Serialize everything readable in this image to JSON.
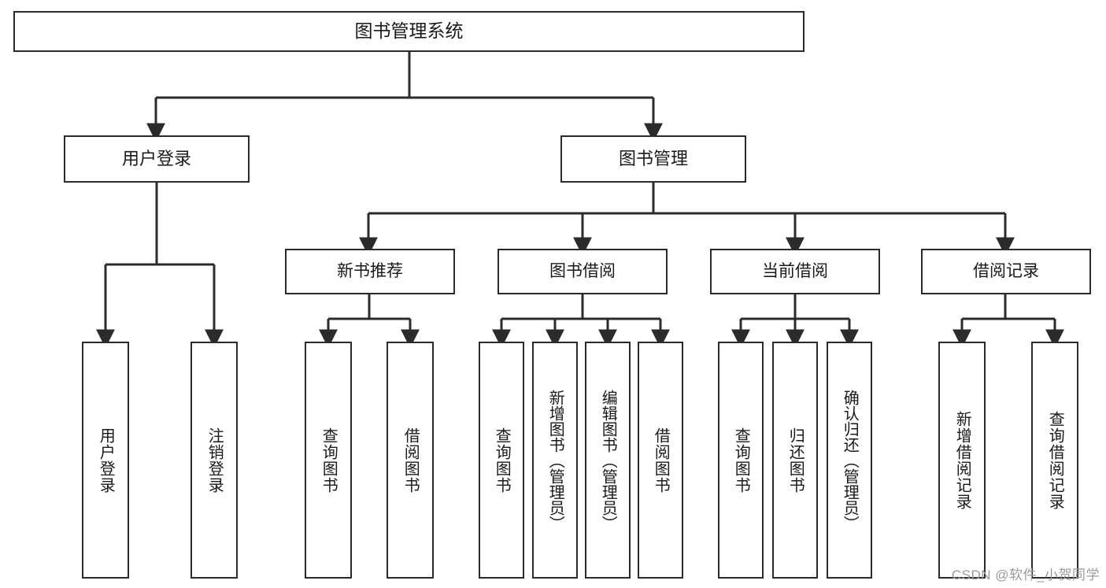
{
  "diagram": {
    "title": "图书管理系统",
    "watermark": "CSDN @软件_小贺同学",
    "colors": {
      "stroke": "#2b2b2b",
      "fill": "#ffffff",
      "text": "#1a1a1a",
      "watermark": "#9a9a9a"
    },
    "nodes": {
      "root": {
        "label": "图书管理系统"
      },
      "level2": [
        {
          "id": "user-login",
          "label": "用户登录"
        },
        {
          "id": "book-manage",
          "label": "图书管理"
        }
      ],
      "level3": [
        {
          "id": "new-book-recommend",
          "label": "新书推荐"
        },
        {
          "id": "book-borrow",
          "label": "图书借阅"
        },
        {
          "id": "current-borrow",
          "label": "当前借阅"
        },
        {
          "id": "borrow-record",
          "label": "借阅记录"
        }
      ],
      "leaves": [
        {
          "id": "leaf-user-login",
          "label": "用户登录",
          "parent": "user-login"
        },
        {
          "id": "leaf-user-logout",
          "label": "注销登录",
          "parent": "user-login"
        },
        {
          "id": "leaf-query-book-1",
          "label": "查询图书",
          "parent": "new-book-recommend"
        },
        {
          "id": "leaf-borrow-book-1",
          "label": "借阅图书",
          "parent": "new-book-recommend"
        },
        {
          "id": "leaf-query-book-2",
          "label": "查询图书",
          "parent": "book-borrow"
        },
        {
          "id": "leaf-add-book",
          "label": "新增图书（管理员）",
          "parent": "book-borrow"
        },
        {
          "id": "leaf-edit-book",
          "label": "编辑图书（管理员）",
          "parent": "book-borrow"
        },
        {
          "id": "leaf-borrow-book-2",
          "label": "借阅图书",
          "parent": "book-borrow"
        },
        {
          "id": "leaf-query-book-3",
          "label": "查询图书",
          "parent": "current-borrow"
        },
        {
          "id": "leaf-return-book",
          "label": "归还图书",
          "parent": "current-borrow"
        },
        {
          "id": "leaf-confirm-return",
          "label": "确认归还（管理员）",
          "parent": "current-borrow"
        },
        {
          "id": "leaf-add-record",
          "label": "新增借阅记录",
          "parent": "borrow-record"
        },
        {
          "id": "leaf-query-record",
          "label": "查询借阅记录",
          "parent": "borrow-record"
        }
      ]
    }
  }
}
